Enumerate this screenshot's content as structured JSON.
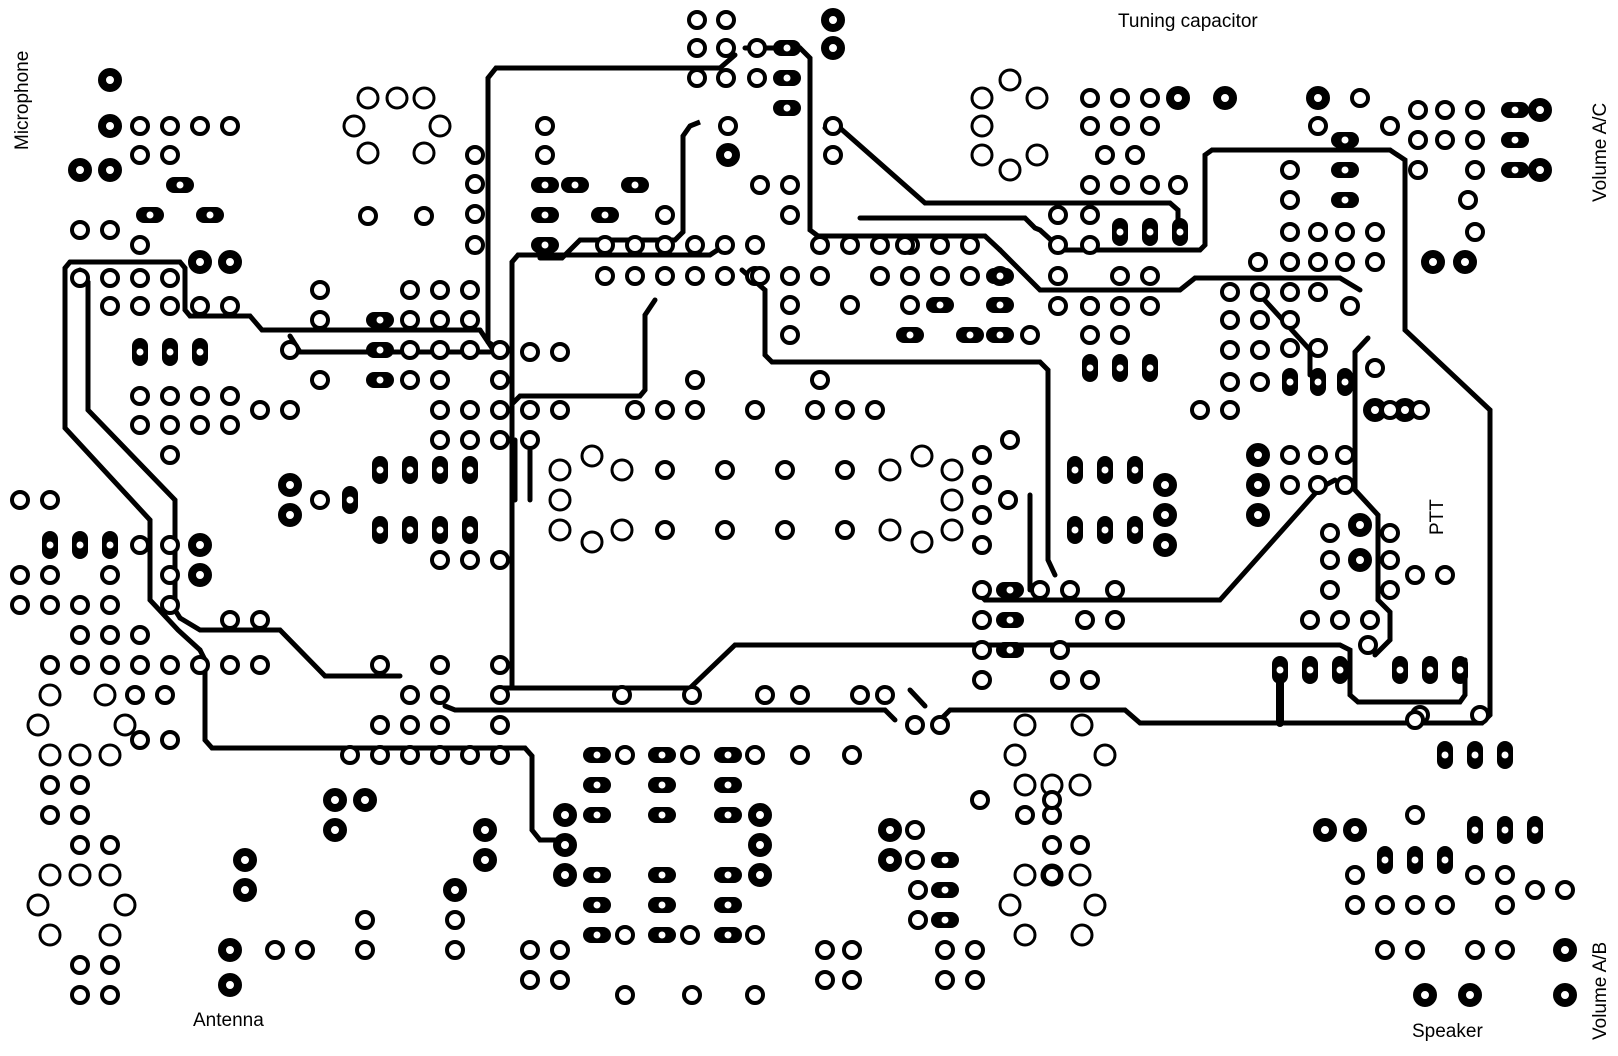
{
  "diagram": {
    "type": "pcb-copper-layout",
    "background_color": "#ffffff",
    "copper_color": "#000000",
    "labels": {
      "microphone": "Microphone",
      "tuning_capacitor": "Tuning capacitor",
      "volume_ac": "Volume A/C",
      "ptt": "PTT",
      "volume_ab": "Volume A/B",
      "speaker": "Speaker",
      "antenna": "Antenna"
    }
  }
}
